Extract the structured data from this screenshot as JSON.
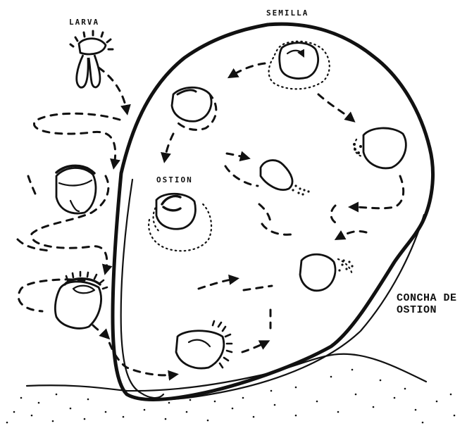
{
  "labels": {
    "larva": "LARVA",
    "semilla": "SEMILLA",
    "ostion": "OSTION",
    "concha_line1": "CONCHA DE",
    "concha_line2": "OSTION"
  },
  "colors": {
    "ink": "#111111",
    "paper": "#ffffff"
  }
}
